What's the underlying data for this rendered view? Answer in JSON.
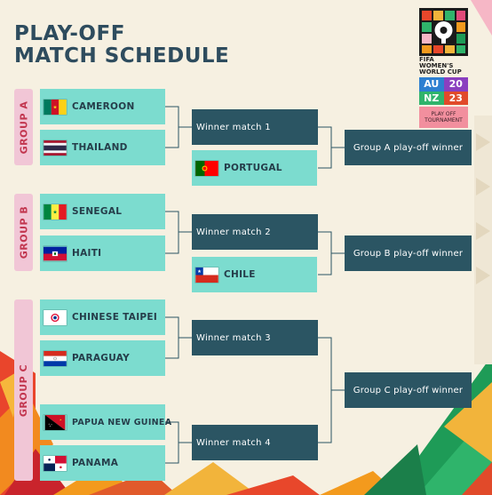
{
  "title": {
    "line1": "PLAY-OFF",
    "line2": "MATCH SCHEDULE"
  },
  "colors": {
    "background": "#f6f0e1",
    "title": "#2e4c5e",
    "team_box": "#7cdccf",
    "winner_box": "#2b5563",
    "group_tab": "#f1c6d6",
    "group_tab_text": "#c2364f"
  },
  "groups": [
    {
      "label": "GROUP A"
    },
    {
      "label": "GROUP B"
    },
    {
      "label": "GROUP C"
    }
  ],
  "teams": {
    "cameroon": {
      "name": "CAMEROON",
      "flag": "cameroon-flag-icon"
    },
    "thailand": {
      "name": "THAILAND",
      "flag": "thailand-flag-icon"
    },
    "portugal": {
      "name": "PORTUGAL",
      "flag": "portugal-flag-icon"
    },
    "senegal": {
      "name": "SENEGAL",
      "flag": "senegal-flag-icon"
    },
    "haiti": {
      "name": "HAITI",
      "flag": "haiti-flag-icon"
    },
    "chile": {
      "name": "CHILE",
      "flag": "chile-flag-icon"
    },
    "chinese_taipei": {
      "name": "CHINESE TAIPEI",
      "flag": "chinese-taipei-flag-icon"
    },
    "paraguay": {
      "name": "PARAGUAY",
      "flag": "paraguay-flag-icon"
    },
    "papua_new_guinea": {
      "name": "PAPUA NEW GUINEA",
      "flag": "papua-new-guinea-flag-icon"
    },
    "panama": {
      "name": "PANAMA",
      "flag": "panama-flag-icon"
    }
  },
  "matches": {
    "m1": "Winner match 1",
    "m2": "Winner match 2",
    "m3": "Winner match 3",
    "m4": "Winner match 4"
  },
  "finals": {
    "a": "Group A play-off winner",
    "b": "Group B play-off winner",
    "c": "Group C play-off winner"
  },
  "logo": {
    "line1": "FIFA",
    "line2": "WOMEN'S",
    "line3": "WORLD CUP",
    "year_cells": [
      "AU",
      "20",
      "NZ",
      "23"
    ],
    "sub1": "PLAY OFF",
    "sub2": "TOURNAMENT"
  }
}
